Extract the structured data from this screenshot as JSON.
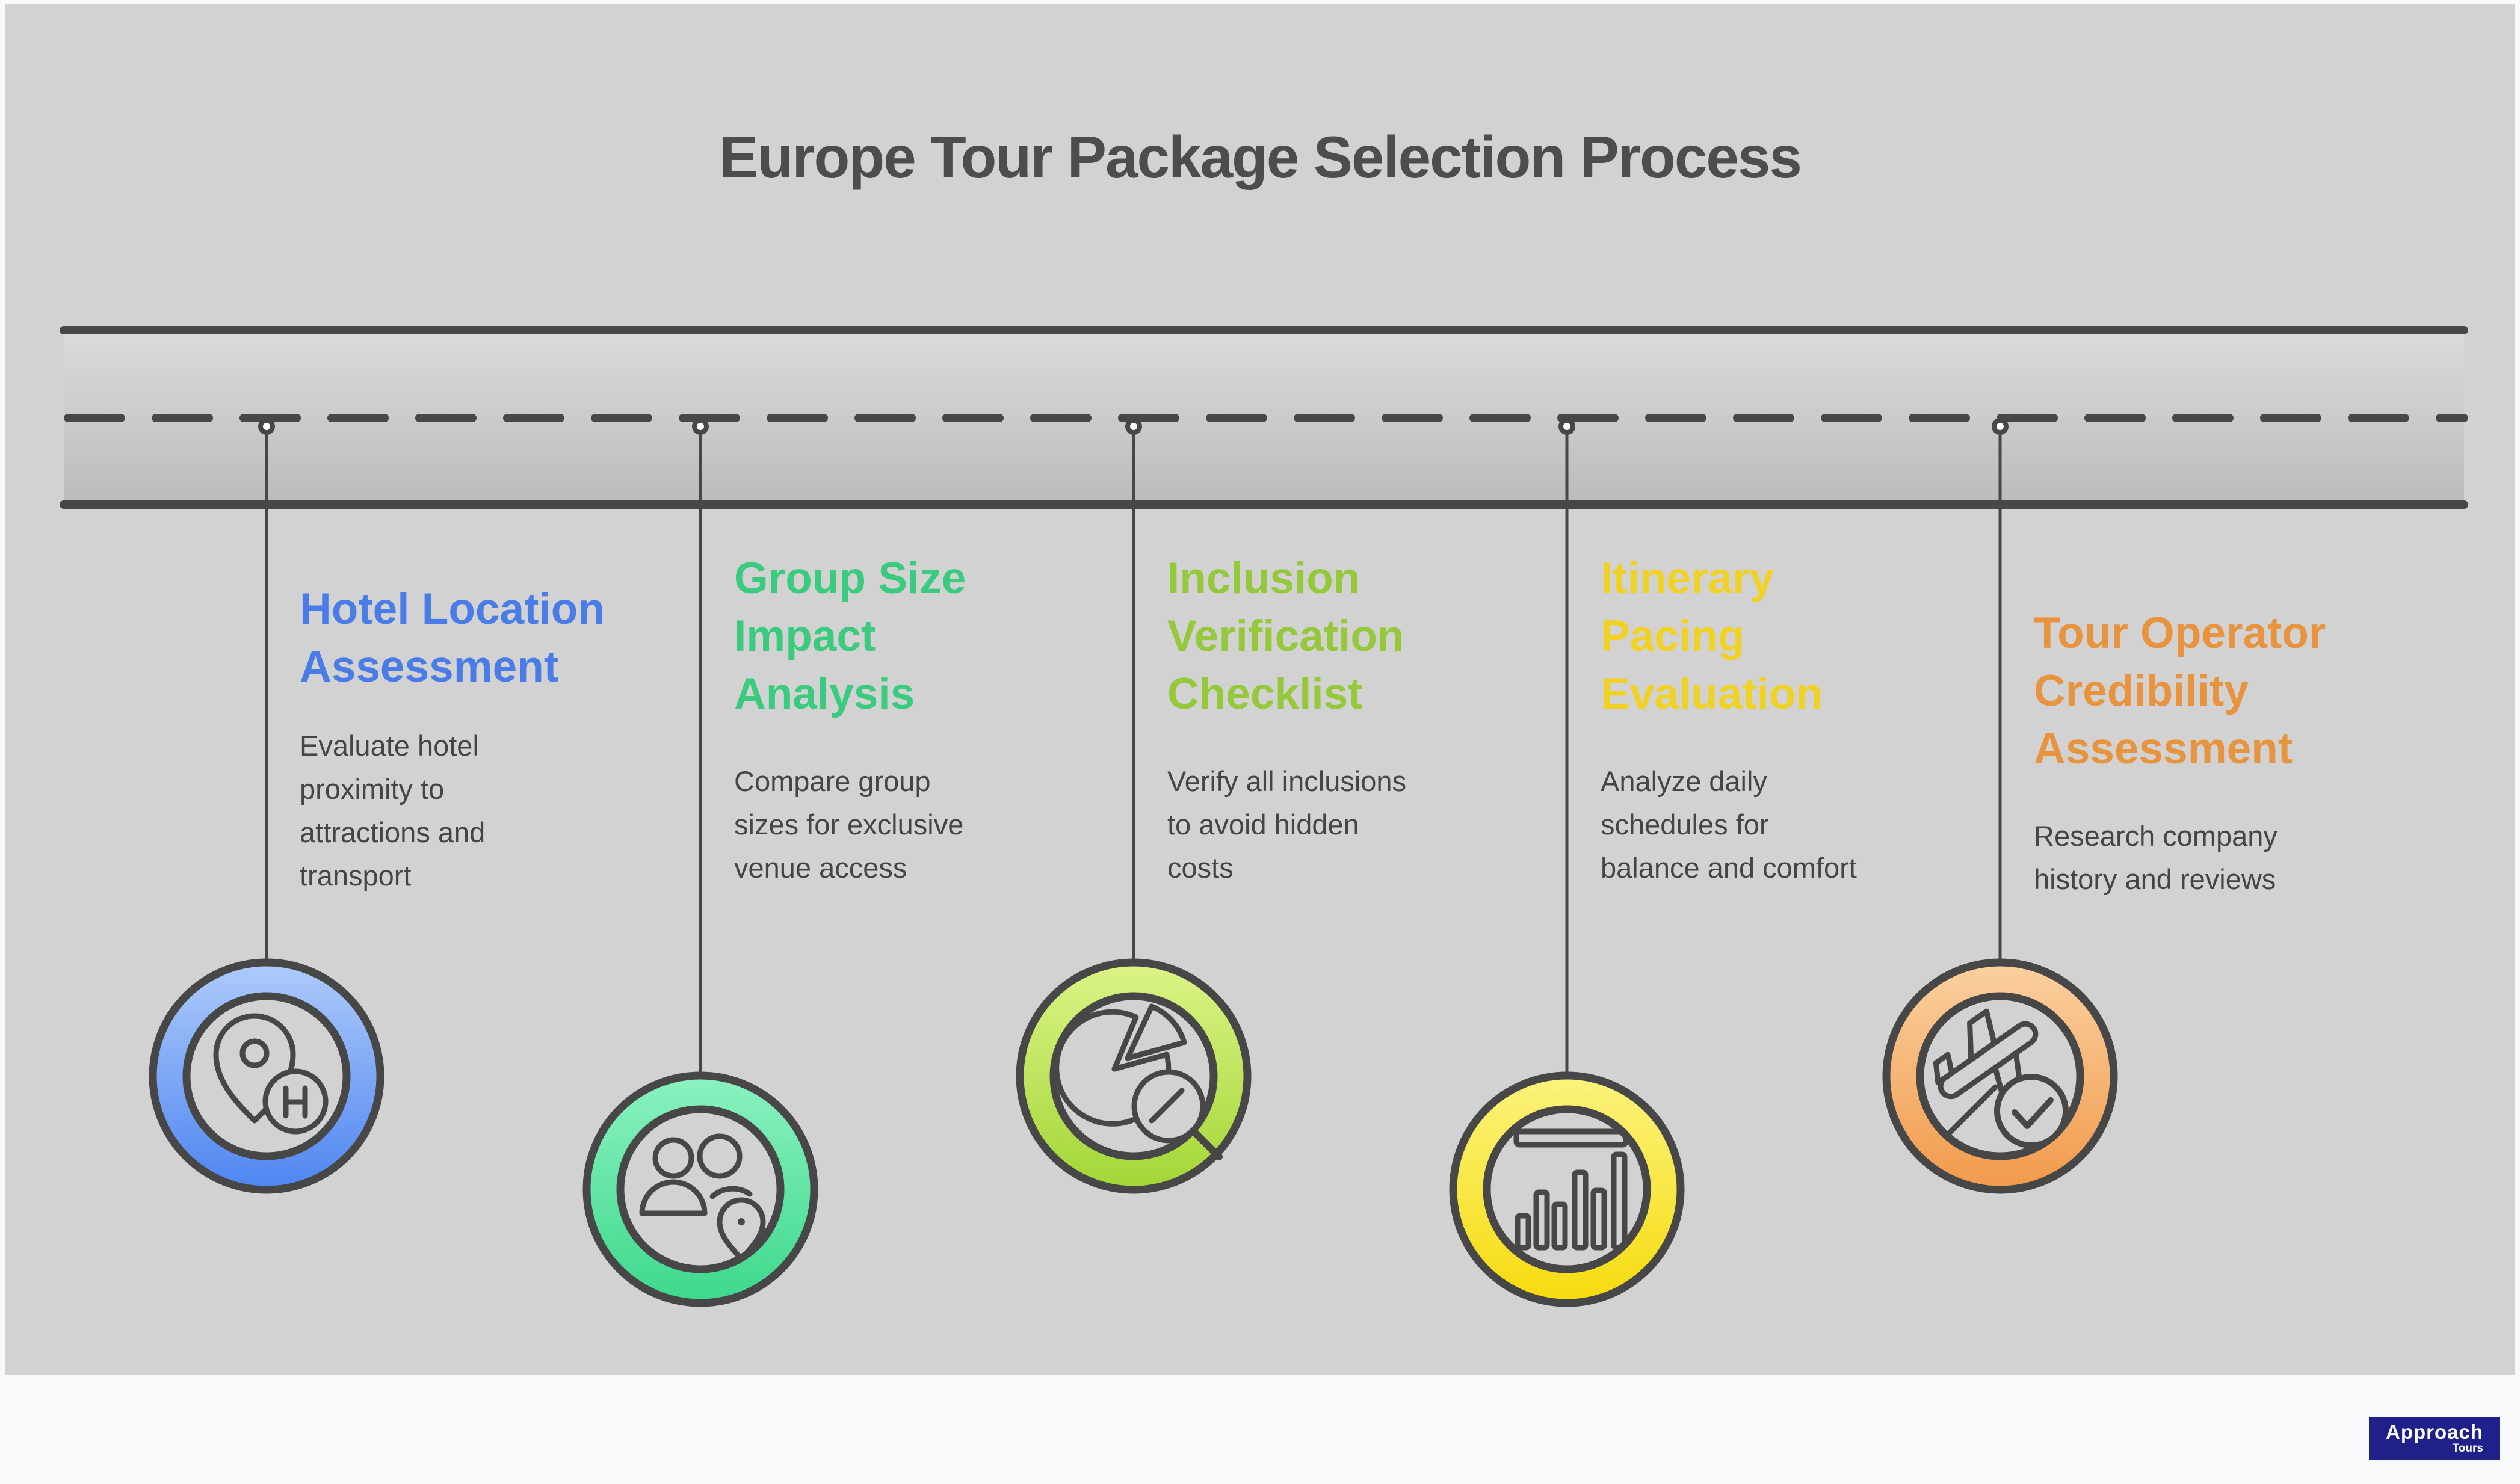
{
  "page": {
    "title": "Europe Tour Package Selection Process",
    "background_color": "#F8F9FA",
    "canvas_color": "#D2D2D2",
    "ink_color": "#474747",
    "title_color": "#4D4D4D",
    "body_text_color": "#454545"
  },
  "timeline": {
    "style": "horizontal road with dashed center line",
    "marker_count": 5,
    "road_line_color": "#474747"
  },
  "steps": [
    {
      "title": "Hotel Location\nAssessment",
      "description": "Evaluate hotel\nproximity to\nattractions and\ntransport",
      "color": "#4A7CE8",
      "icon": "hotel-location-pin-icon",
      "ring_gradient_top": "#AECBFA",
      "ring_gradient_bottom": "#4E85F1"
    },
    {
      "title": "Group Size\nImpact\nAnalysis",
      "description": "Compare group\nsizes for exclusive\nvenue access",
      "color": "#3BCB7F",
      "icon": "people-group-pin-icon",
      "ring_gradient_top": "#8BF2C0",
      "ring_gradient_bottom": "#3DD88C"
    },
    {
      "title": "Inclusion\nVerification\nChecklist",
      "description": "Verify all inclusions\nto avoid hidden\ncosts",
      "color": "#95C93B",
      "icon": "pie-chart-magnifier-icon",
      "ring_gradient_top": "#DCF487",
      "ring_gradient_bottom": "#A2D636"
    },
    {
      "title": "Itinerary\nPacing\nEvaluation",
      "description": "Analyze daily\nschedules for\nbalance and comfort",
      "color": "#F0D225",
      "icon": "bar-chart-icon",
      "ring_gradient_top": "#FBF37D",
      "ring_gradient_bottom": "#F6DB0E"
    },
    {
      "title": "Tour Operator\nCredibility\nAssessment",
      "description": "Research company\nhistory and reviews",
      "color": "#E8933E",
      "icon": "airplane-check-icon",
      "ring_gradient_top": "#FBD0A0",
      "ring_gradient_bottom": "#F19A4B"
    }
  ],
  "logo": {
    "brand": "Approach",
    "tagline": "Tours",
    "background": "#20208A",
    "text_color": "#FFFFFF"
  }
}
